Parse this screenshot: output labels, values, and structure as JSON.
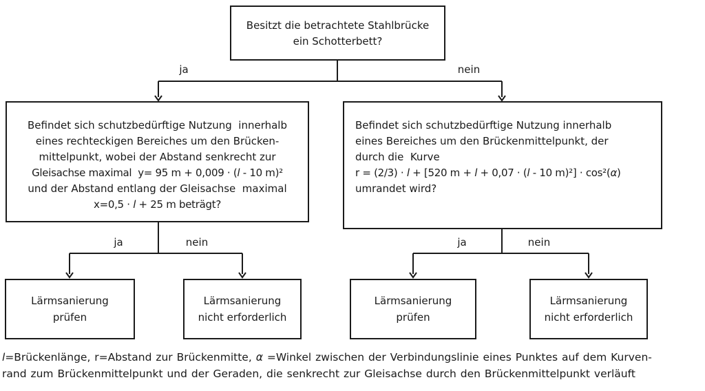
{
  "colors": {
    "ink": "#1a1a1a",
    "background": "#ffffff"
  },
  "flowchart": {
    "root_question": {
      "lines": [
        "Besitzt die betrachtete Stahlbrücke",
        "ein Schotterbett?"
      ]
    },
    "edge_labels": {
      "yes": "ja",
      "no": "nein"
    },
    "ballast_question": {
      "lines": [
        [
          {
            "t": "Befindet sich schutzbedürftige Nutzung  innerhalb"
          }
        ],
        [
          {
            "t": "eines rechteckigen Bereiches um den Brücken-"
          }
        ],
        [
          {
            "t": "mittelpunkt, wobei der Abstand senkrecht zur"
          }
        ],
        [
          {
            "t": "Gleisachse maximal  y= 95 m + 0,009 · ("
          },
          {
            "t": "l",
            "i": true
          },
          {
            "t": " - 10 m)²"
          }
        ],
        [
          {
            "t": "und der Abstand entlang der Gleisachse  maximal"
          }
        ],
        [
          {
            "t": "x=0,5 · "
          },
          {
            "t": "l",
            "i": true
          },
          {
            "t": " + 25 m beträgt?"
          }
        ]
      ]
    },
    "curve_question": {
      "lines": [
        [
          {
            "t": "Befindet sich schutzbedürftige Nutzung innerhalb"
          }
        ],
        [
          {
            "t": "eines Bereiches um den Brückenmittelpunkt, der"
          }
        ],
        [
          {
            "t": "durch die  Kurve"
          }
        ],
        [
          {
            "t": "r = (2/3) · "
          },
          {
            "t": "l",
            "i": true
          },
          {
            "t": " + [520 m + "
          },
          {
            "t": "l",
            "i": true
          },
          {
            "t": " + 0,07 · ("
          },
          {
            "t": "l",
            "i": true
          },
          {
            "t": " - 10 m)²] · cos²("
          },
          {
            "t": "α",
            "i": true
          },
          {
            "t": ")"
          }
        ],
        [
          {
            "t": "umrandet wird?"
          }
        ]
      ]
    },
    "outcome_check": {
      "lines": [
        "Lärmsanierung",
        "prüfen"
      ]
    },
    "outcome_not_required": {
      "lines": [
        "Lärmsanierung",
        "nicht erforderlich"
      ]
    },
    "footnote": {
      "lines": [
        [
          {
            "t": "l",
            "i": true
          },
          {
            "t": "=Brückenlänge, r=Abstand zur Brückenmitte, "
          },
          {
            "t": "α",
            "i": true
          },
          {
            "t": " =Winkel zwischen der Verbindungslinie eines Punktes auf dem Kurven-"
          }
        ],
        [
          {
            "t": "rand zum Brückenmittelpunkt und der Geraden, die senkrecht zur Gleisachse durch den Brückenmittelpunkt verläuft"
          }
        ]
      ]
    }
  }
}
